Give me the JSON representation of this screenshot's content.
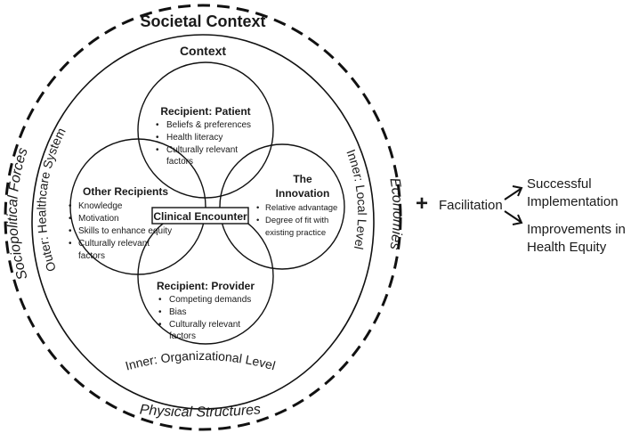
{
  "societal_context": "Societal Context",
  "sociopolitical_forces": "Sociopolitical Forces",
  "economies": "Economies",
  "physical_structures": "Physical Structures",
  "context": "Context",
  "outer_system": "Outer: Healthcare System",
  "inner_local": "Inner: Local Level",
  "inner_org": "Inner: Organizational Level",
  "patient": {
    "title": "Recipient: Patient",
    "items": [
      "Beliefs & preferences",
      "Health literacy",
      "Culturally relevant",
      "factors"
    ]
  },
  "other": {
    "title": "Other Recipients",
    "items": [
      "Knowledge",
      "Motivation",
      "Skills to enhance equity",
      "Culturally relevant",
      "factors"
    ]
  },
  "innovation": {
    "title_line1": "The",
    "title_line2": "Innovation",
    "items": [
      "Relative advantage",
      "Degree of fit with",
      "existing practice"
    ]
  },
  "provider": {
    "title": "Recipient: Provider",
    "items": [
      "Competing demands",
      "Bias",
      "Culturally relevant",
      "factors"
    ]
  },
  "clinical_encounter": "Clinical Encounter",
  "plus": "+",
  "facilitation": "Facilitation",
  "outcome_1": [
    "Successful",
    "Implementation"
  ],
  "outcome_2": [
    "Improvements in",
    "Health Equity"
  ]
}
